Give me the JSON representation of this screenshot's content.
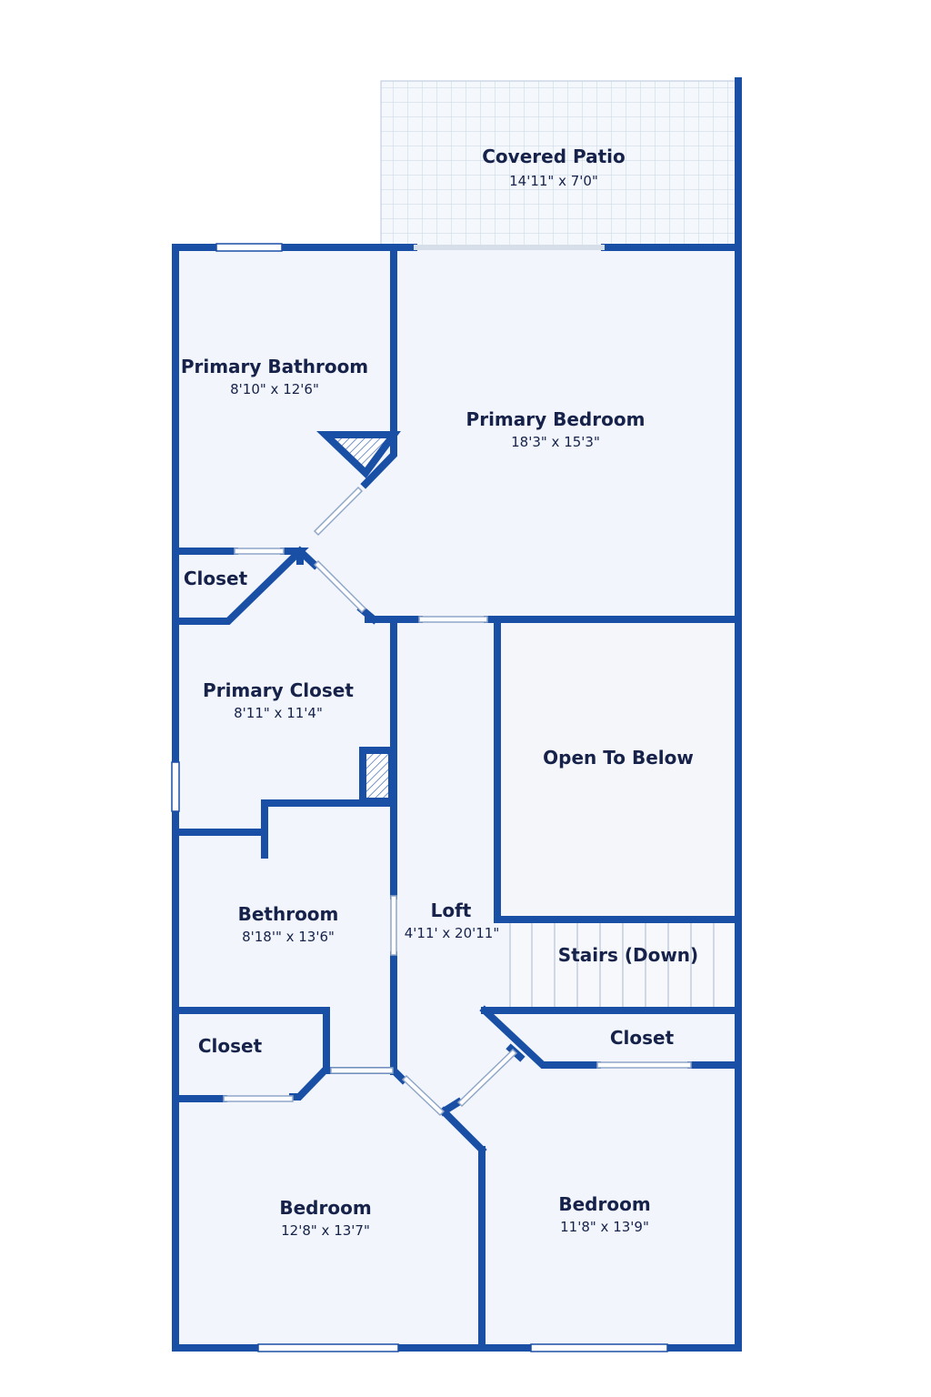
{
  "colors": {
    "wall": "#1a4fa6",
    "floor": "#f2f6fc",
    "open_to_below": "#f4f6fa",
    "text": "#16224a",
    "window": "#ffffff"
  },
  "rooms": {
    "covered_patio": {
      "name": "Covered Patio",
      "dims": "14'11\" x 7'0\""
    },
    "primary_bathroom": {
      "name": "Primary Bathroom",
      "dims": "8'10\" x 12'6\""
    },
    "primary_bedroom": {
      "name": "Primary Bedroom",
      "dims": "18'3\" x 15'3\""
    },
    "closet_primary": {
      "name": "Closet"
    },
    "primary_closet": {
      "name": "Primary Closet",
      "dims": "8'11\" x 11'4\""
    },
    "open_to_below": {
      "name": "Open To Below"
    },
    "bethroom": {
      "name": "Bethroom",
      "dims": "8'18'\" x 13'6\""
    },
    "loft": {
      "name": "Loft",
      "dims": "4'11' x 20'11\""
    },
    "stairs": {
      "name": "Stairs (Down)"
    },
    "closet_bath": {
      "name": "Closet"
    },
    "closet_bedroom": {
      "name": "Closet"
    },
    "bedroom_left": {
      "name": "Bedroom",
      "dims": "12'8\" x 13'7\""
    },
    "bedroom_right": {
      "name": "Bedroom",
      "dims": "11'8\" x 13'9\""
    }
  }
}
